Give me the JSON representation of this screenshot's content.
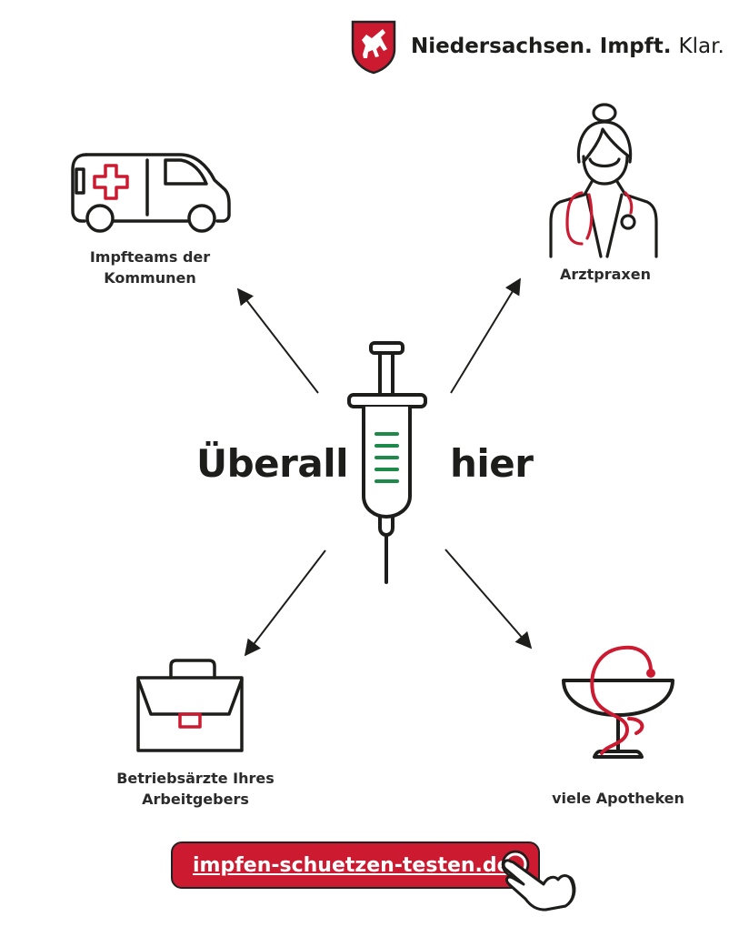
{
  "header": {
    "brand_part1": "Niedersachsen.",
    "brand_part2": "Impft.",
    "brand_part3": "Klar."
  },
  "center": {
    "left_word": "Überall",
    "right_word": "hier"
  },
  "nodes": {
    "top_left": {
      "line1": "Impfteams der",
      "line2": "Kommunen",
      "icon": "ambulance-icon"
    },
    "top_right": {
      "line1": "Arztpraxen",
      "icon": "doctor-icon"
    },
    "bottom_left": {
      "line1": "Betriebsärzte Ihres",
      "line2": "Arbeitgebers",
      "icon": "medical-bag-icon"
    },
    "bottom_right": {
      "line1": "viele Apotheken",
      "icon": "pharmacy-icon"
    }
  },
  "link": {
    "url_text": "impfen-schuetzen-testen.de"
  },
  "colors": {
    "accent_red": "#cc1a31",
    "syringe_green": "#1e8a4a",
    "ink": "#1d1d1b"
  }
}
